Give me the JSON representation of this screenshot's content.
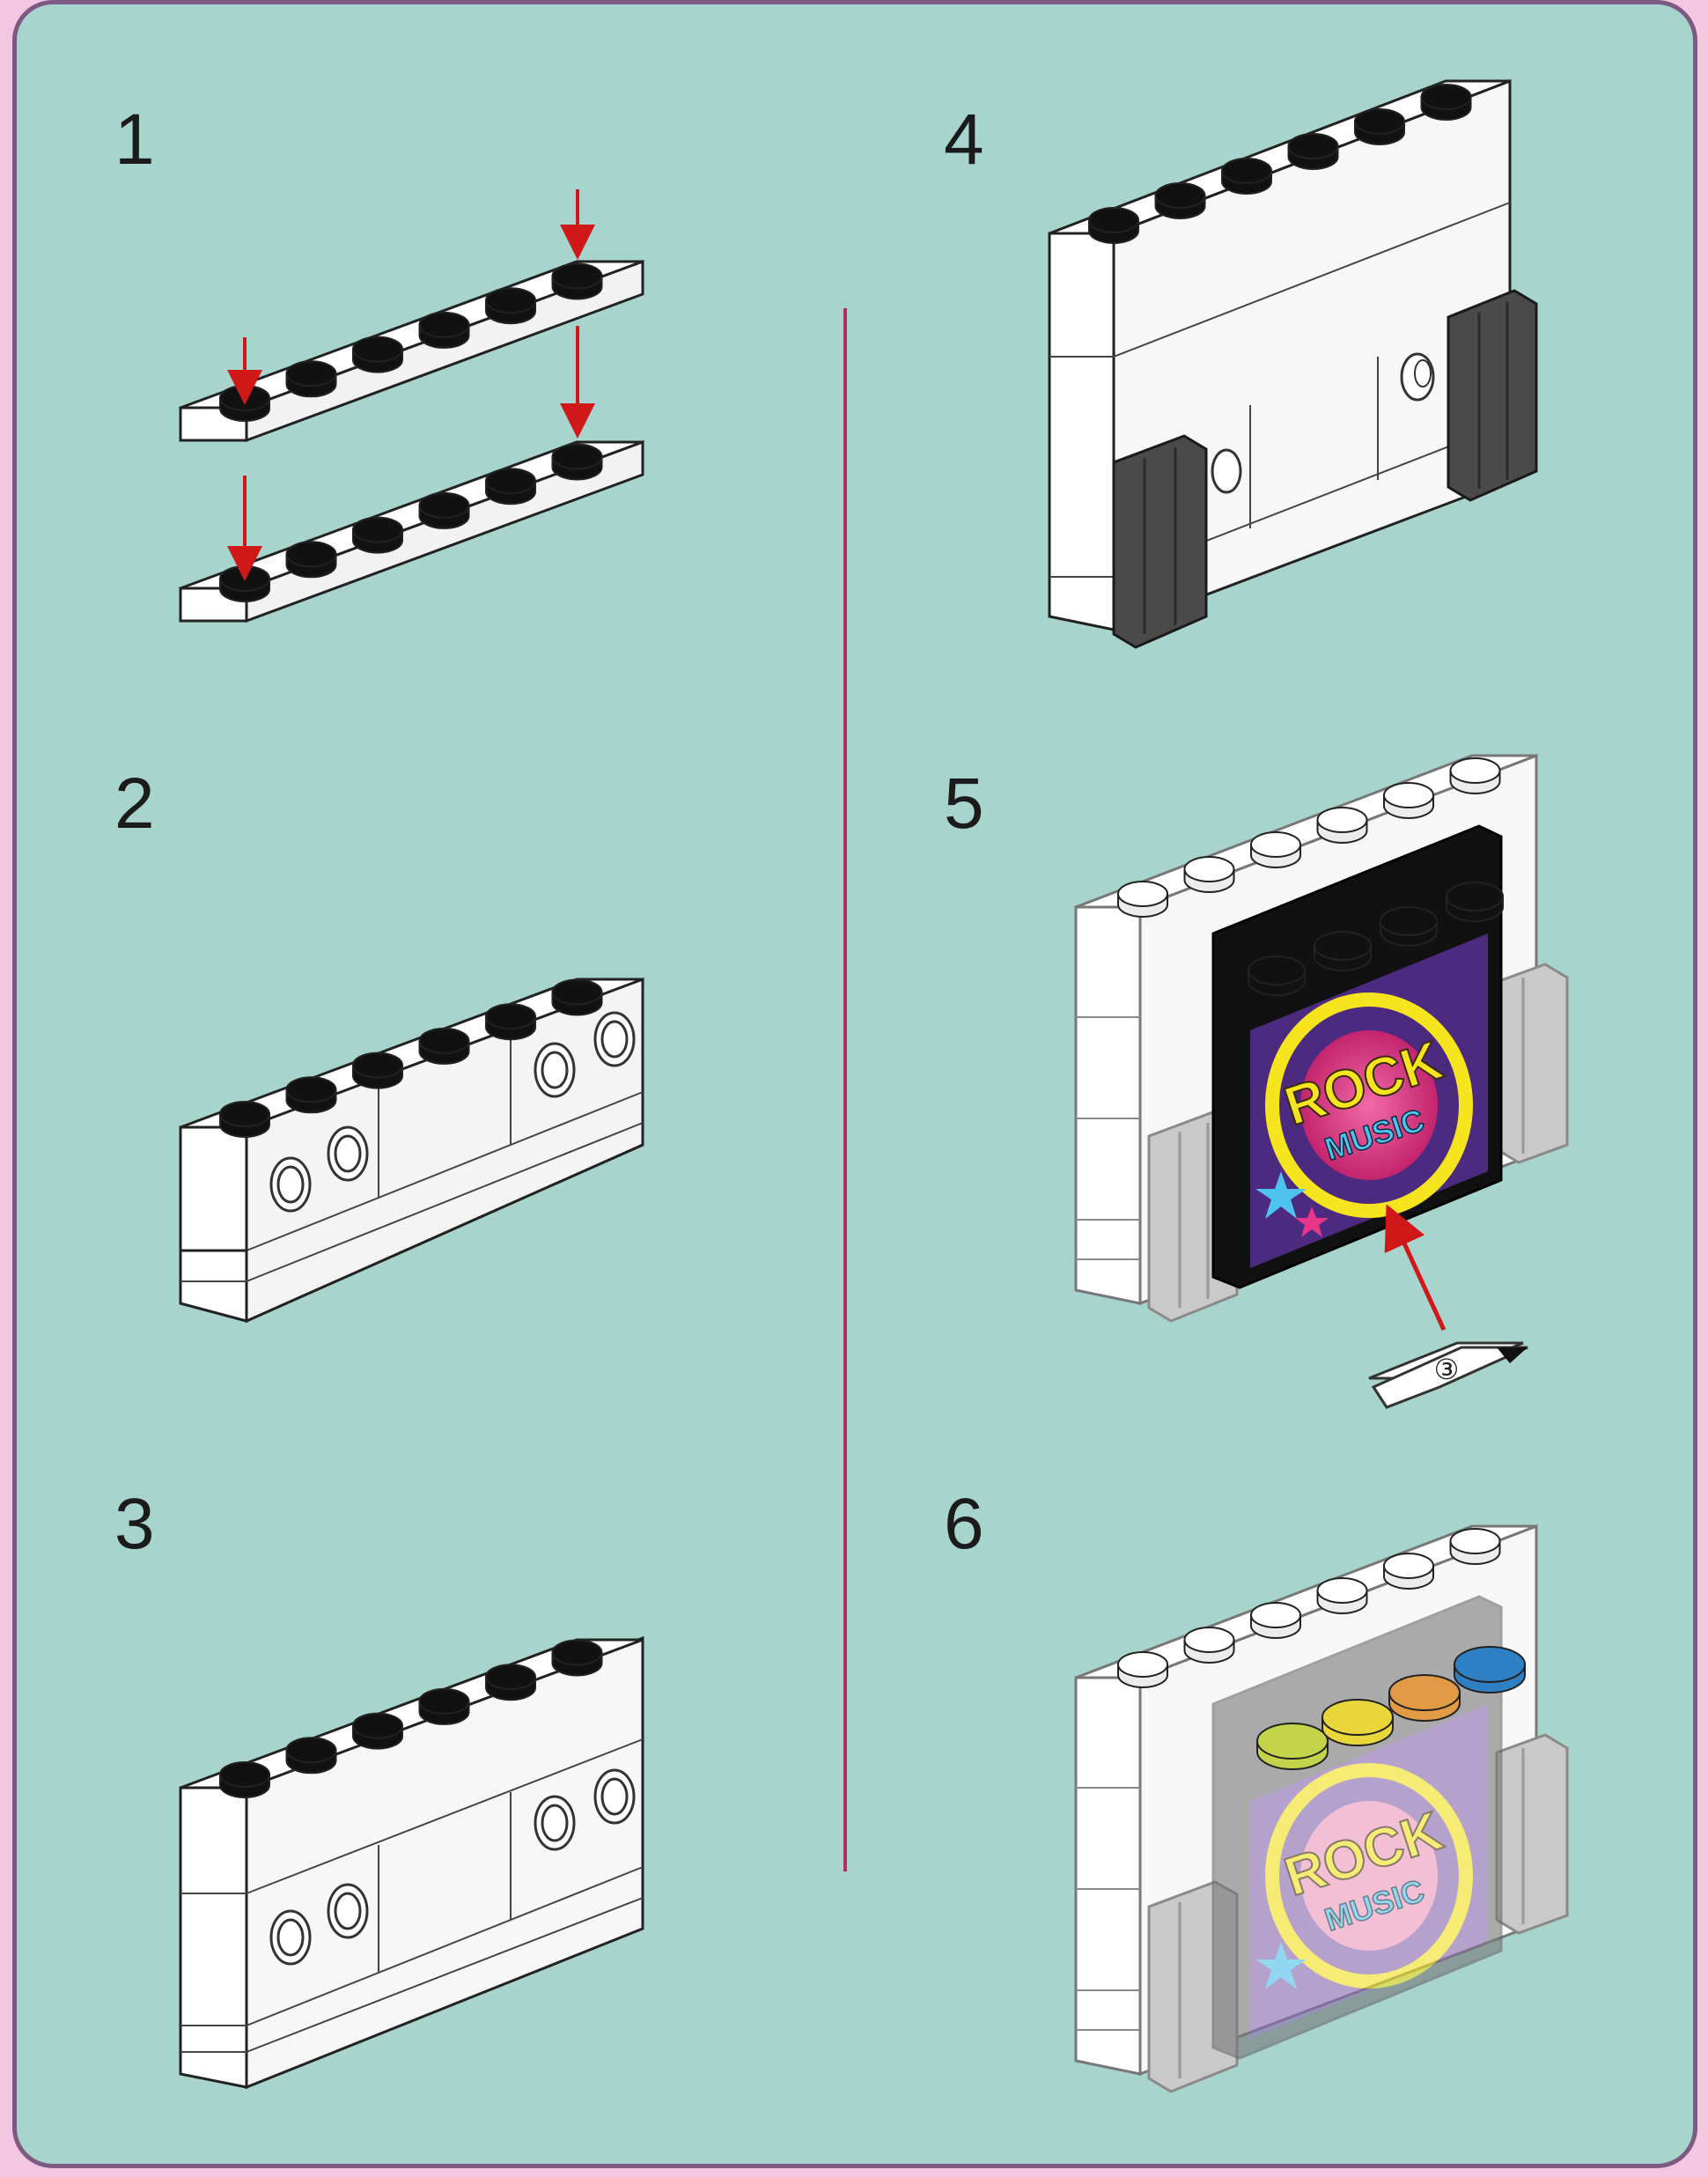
{
  "steps": [
    {
      "number": "1"
    },
    {
      "number": "2"
    },
    {
      "number": "3"
    },
    {
      "number": "4"
    },
    {
      "number": "5"
    },
    {
      "number": "6"
    }
  ],
  "tile_print": {
    "line1": "ROCK",
    "line2": "MUSIC"
  },
  "sticker": {
    "number": "③"
  },
  "colors": {
    "panel": "#a7d4cd",
    "border": "#7d5a84",
    "divider": "#b0305a",
    "arrow": "#d01818",
    "stud_black": "#111111",
    "brick_white": "#ffffff",
    "gray_part": "#555555",
    "light_gray_part": "#c9c9c9",
    "stud_green": "#c4d44a",
    "stud_yellow": "#e8d63a",
    "stud_orange": "#e29a44",
    "stud_blue": "#2f7fc4"
  }
}
